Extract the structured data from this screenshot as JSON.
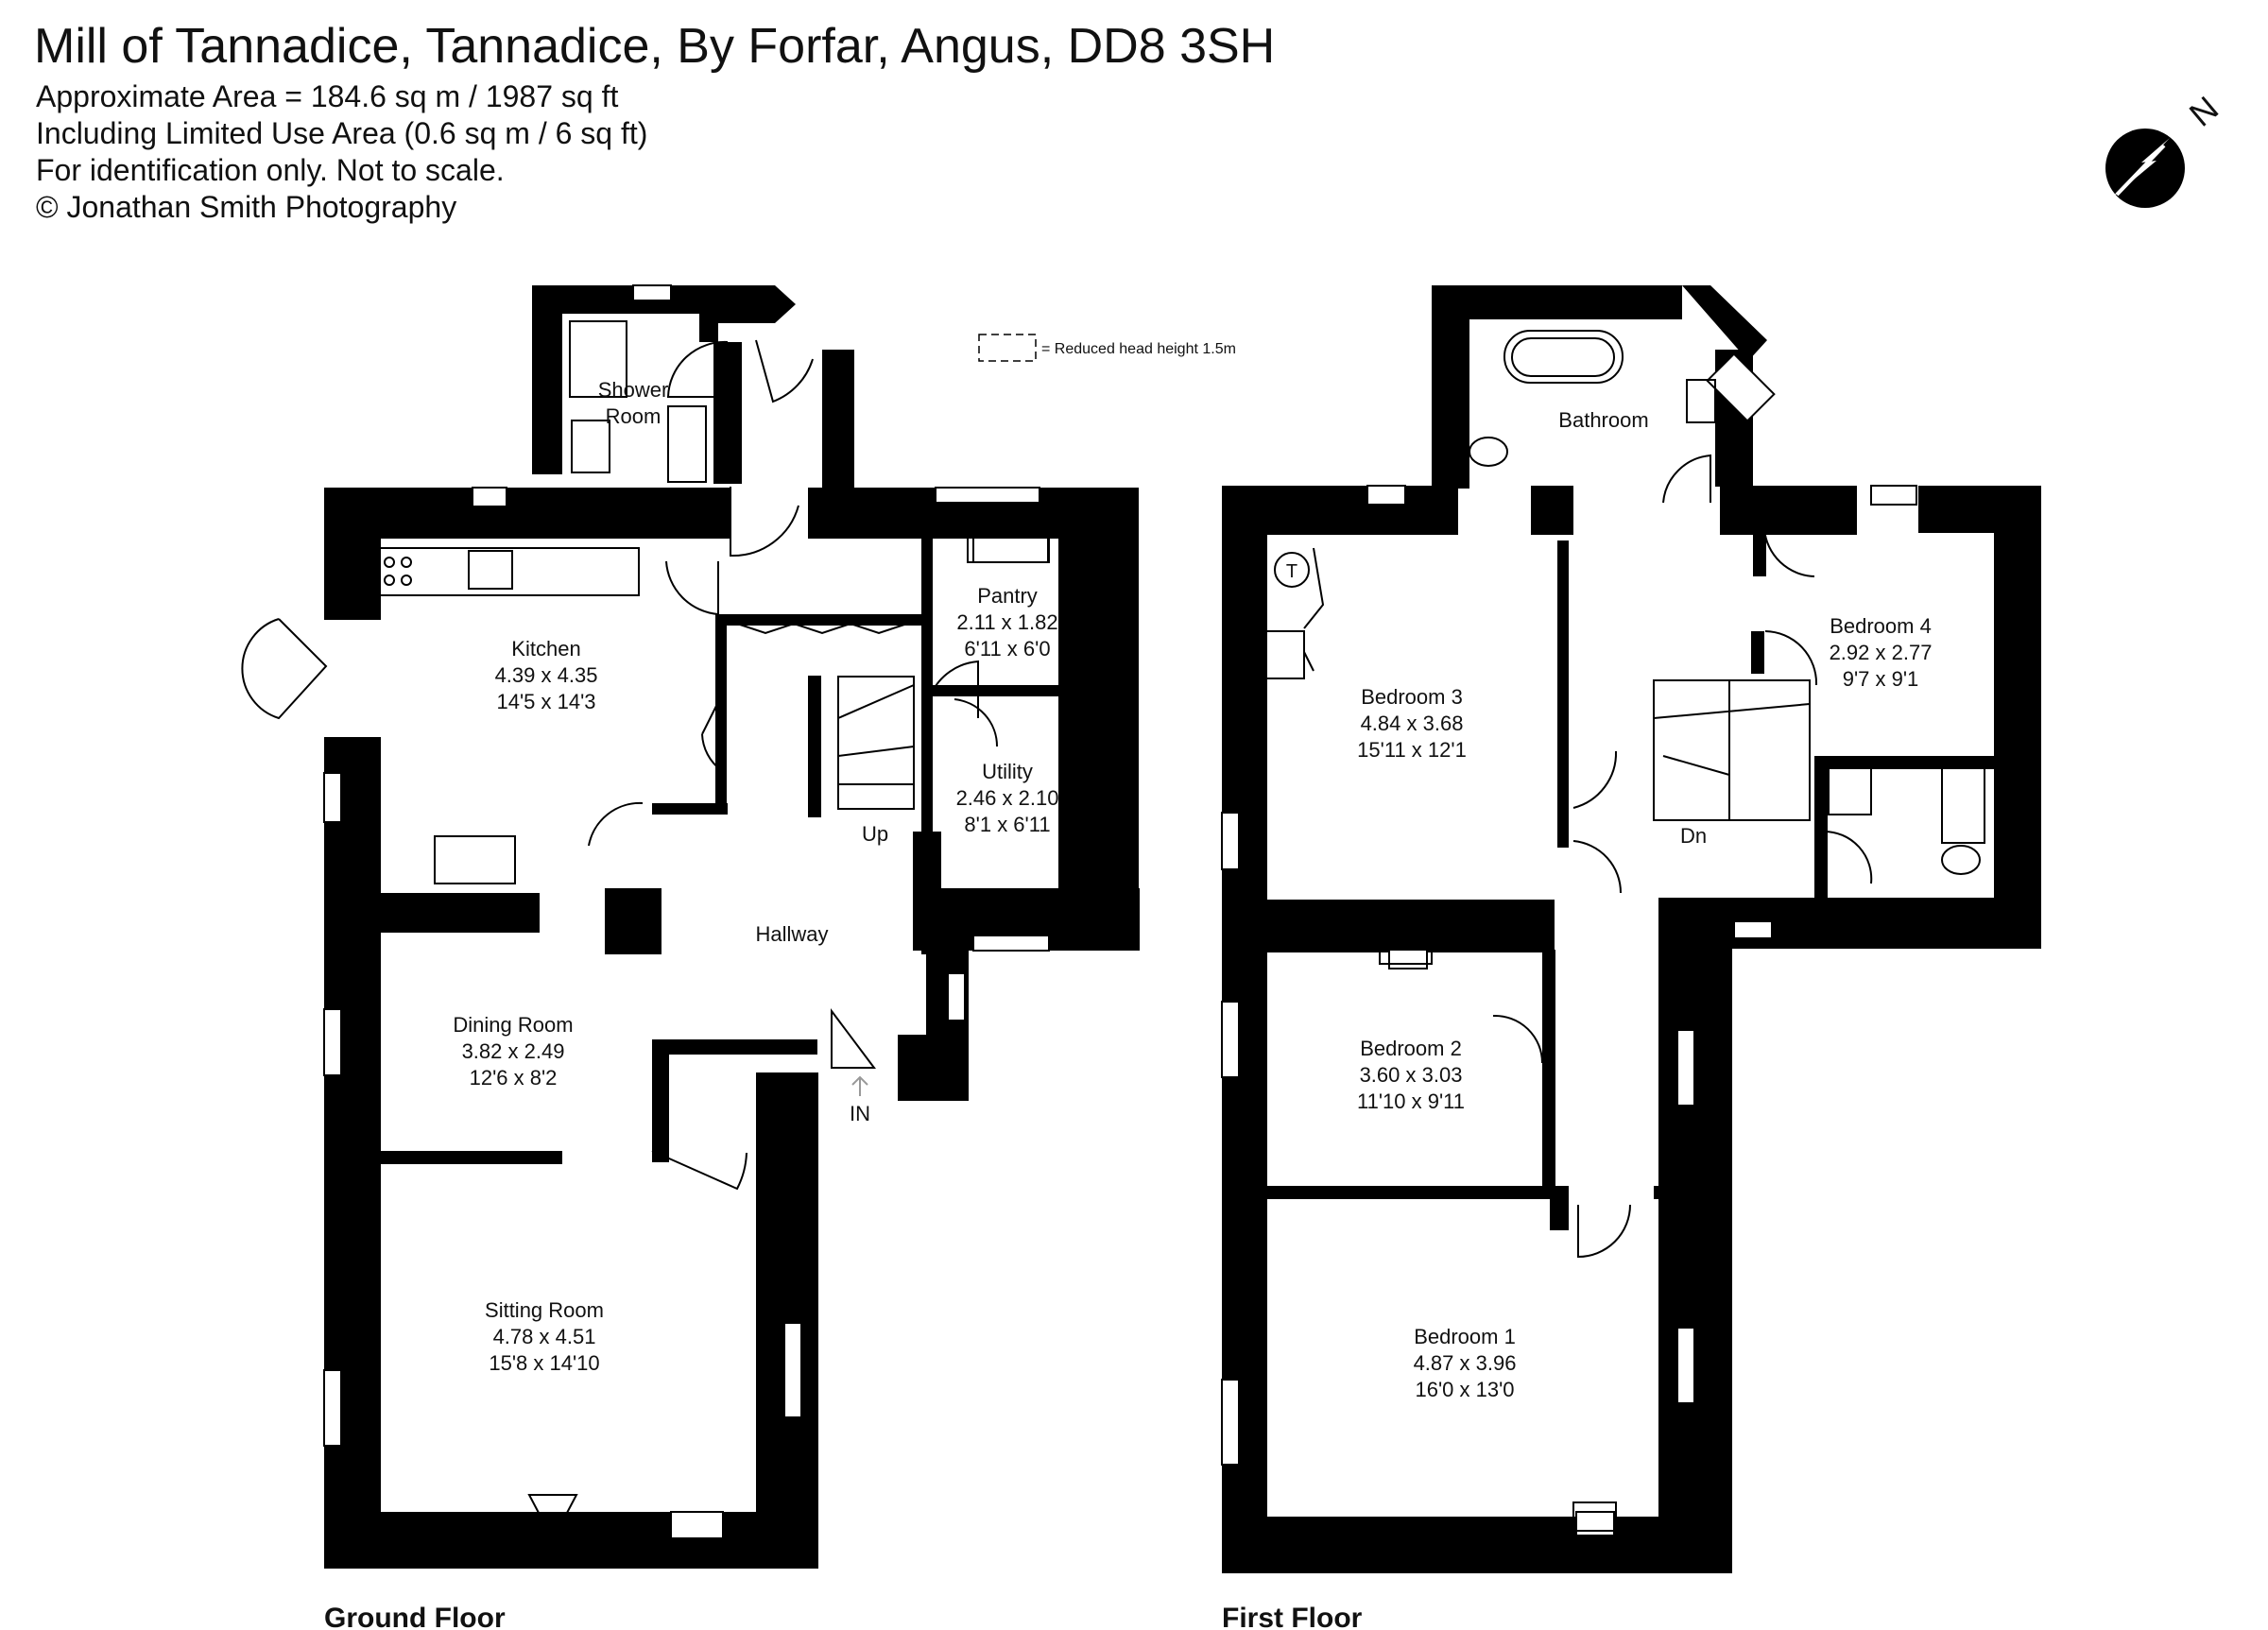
{
  "header": {
    "title": "Mill of Tannadice, Tannadice, By Forfar, Angus, DD8 3SH",
    "lines": [
      "Approximate Area = 184.6 sq m / 1987 sq ft",
      "Including Limited Use Area (0.6 sq m / 6 sq ft)",
      "For identification only. Not to scale.",
      "© Jonathan Smith Photography"
    ]
  },
  "legend": {
    "reduced_head_height": "= Reduced head height 1.5m"
  },
  "compass": {
    "label": "N"
  },
  "ground_floor": {
    "label": "Ground Floor",
    "rooms": {
      "shower_room": [
        "Shower",
        "Room"
      ],
      "kitchen": [
        "Kitchen",
        "4.39 x 4.35",
        "14'5 x 14'3"
      ],
      "pantry": [
        "Pantry",
        "2.11 x 1.82",
        "6'11 x 6'0"
      ],
      "utility": [
        "Utility",
        "2.46 x 2.10",
        "8'1 x 6'11"
      ],
      "hallway": [
        "Hallway"
      ],
      "dining_room": [
        "Dining Room",
        "3.82 x 2.49",
        "12'6 x 8'2"
      ],
      "sitting_room": [
        "Sitting Room",
        "4.78 x 4.51",
        "15'8 x 14'10"
      ]
    },
    "stairs_label": "Up",
    "entrance_label": "IN"
  },
  "first_floor": {
    "label": "First Floor",
    "rooms": {
      "bathroom": [
        "Bathroom"
      ],
      "bedroom_3": [
        "Bedroom 3",
        "4.84 x 3.68",
        "15'11 x 12'1"
      ],
      "bedroom_4": [
        "Bedroom 4",
        "2.92 x 2.77",
        "9'7 x 9'1"
      ],
      "bedroom_2": [
        "Bedroom 2",
        "3.60 x 3.03",
        "11'10 x 9'11"
      ],
      "bedroom_1": [
        "Bedroom 1",
        "4.87 x 3.96",
        "16'0 x 13'0"
      ]
    },
    "stairs_label": "Dn",
    "tank_label": "T"
  }
}
